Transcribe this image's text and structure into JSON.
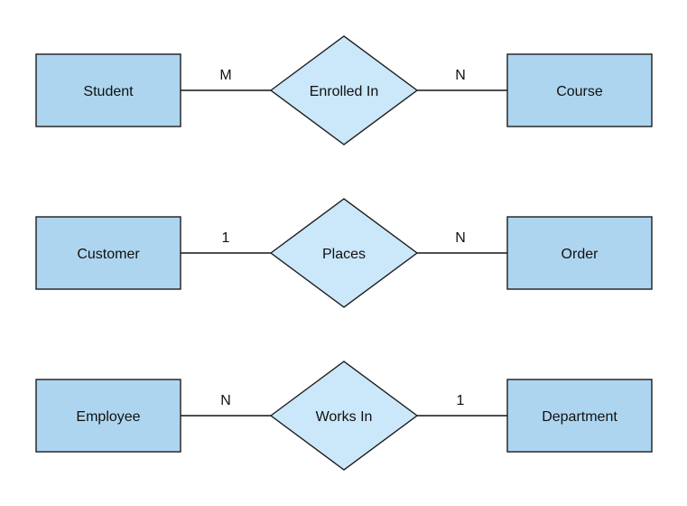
{
  "diagram": {
    "type": "entity-relationship",
    "background_color": "#ffffff",
    "colors": {
      "entity_fill": "#aed5f0",
      "relationship_fill": "#cbe7fa",
      "shape_stroke": "#1c1c1c",
      "connector": "#141414",
      "text": "#111111"
    },
    "rows": [
      {
        "left_entity": "Student",
        "left_cardinality": "M",
        "relationship": "Enrolled In",
        "right_cardinality": "N",
        "right_entity": "Course"
      },
      {
        "left_entity": "Customer",
        "left_cardinality": "1",
        "relationship": "Places",
        "right_cardinality": "N",
        "right_entity": "Order"
      },
      {
        "left_entity": "Employee",
        "left_cardinality": "N",
        "relationship": "Works In",
        "right_cardinality": "1",
        "right_entity": "Department"
      }
    ]
  }
}
